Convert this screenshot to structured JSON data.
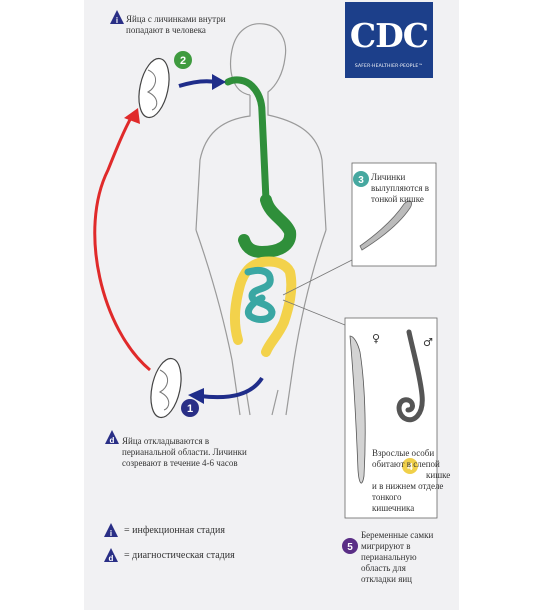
{
  "logo": {
    "text": "CDC",
    "tagline": "SAFER·HEALTHIER·PEOPLE™"
  },
  "steps": [
    {
      "n": "1",
      "text": "",
      "color": "#2a2f86"
    },
    {
      "n": "2",
      "text": "Яйца с личинками внутри попадают в человека",
      "color": "#3f9b3f"
    },
    {
      "n": "3",
      "text": "Личинки вылупляются в тонкой кишке",
      "color": "#46a8a0"
    },
    {
      "n": "4",
      "text_before": "Взрослые особи обитают в слепой",
      "text_after": "кишке и в нижнем отделе тонкого кишечника",
      "color": "#f0d04a"
    },
    {
      "n": "5",
      "text": "Беременные самки мигрируют в перианальную область для откладки яиц",
      "color": "#5a2e86"
    }
  ],
  "step_d": {
    "text": "Яйца откладываются в перианальной области. Личинки созревают в течение 4-6 часов"
  },
  "legend": [
    {
      "symbol": "i",
      "text": "= инфекционная стадия"
    },
    {
      "symbol": "d",
      "text": "= диагностическая стадия"
    }
  ],
  "symbols": {
    "female": "♀",
    "male": "♂"
  },
  "colors": {
    "brand": "#1c3f8a",
    "arrow_blue": "#1f2d8a",
    "arrow_red": "#e02a2a",
    "gut_green": "#2f8f3a",
    "colon_yellow": "#f3d24b",
    "intestine_teal": "#3aa7a3"
  }
}
